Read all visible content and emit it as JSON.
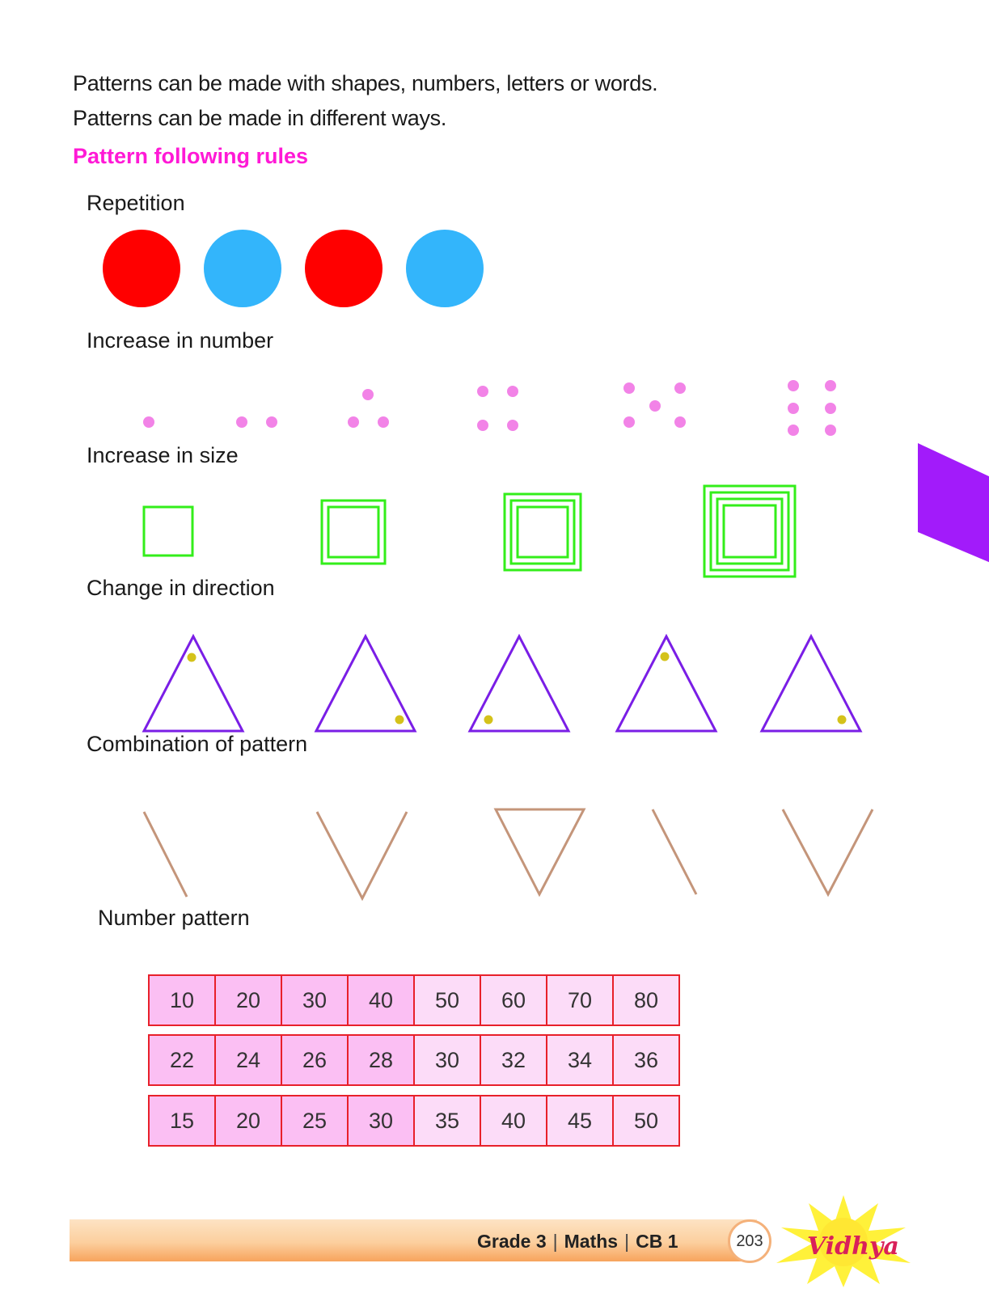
{
  "intro": {
    "line1": "Patterns can be made with shapes, numbers, letters or words.",
    "line2": "Patterns can be made in different ways."
  },
  "heading": "Pattern following rules",
  "sections": {
    "repetition": "Repetition",
    "increase_number": "Increase in number",
    "increase_size": "Increase in size",
    "change_direction": "Change in direction",
    "combination": "Combination of pattern",
    "number_pattern": "Number pattern"
  },
  "repetition_colors": [
    "#ff0000",
    "#33b5fb",
    "#ff0000",
    "#33b5fb"
  ],
  "dot_counts": [
    1,
    2,
    3,
    4,
    5,
    6
  ],
  "square_nesting": [
    1,
    2,
    3,
    4
  ],
  "number_pattern": {
    "rows": [
      [
        "10",
        "20",
        "30",
        "40",
        "50",
        "60",
        "70",
        "80"
      ],
      [
        "22",
        "24",
        "26",
        "28",
        "30",
        "32",
        "34",
        "36"
      ],
      [
        "15",
        "20",
        "25",
        "30",
        "35",
        "40",
        "45",
        "50"
      ]
    ]
  },
  "footer": {
    "grade": "Grade 3",
    "subject": "Maths",
    "book": "CB 1",
    "sep": "|",
    "page": "203",
    "logo": "Vidhya"
  },
  "colors": {
    "heading": "#ff19d6",
    "dot": "#f283e7",
    "square": "#33ee1a",
    "triangle": "#7a1ee6",
    "marker": "#d4c21a",
    "combination": "#c4957a",
    "table_border": "#e8202a",
    "tab": "#a21bfa"
  }
}
